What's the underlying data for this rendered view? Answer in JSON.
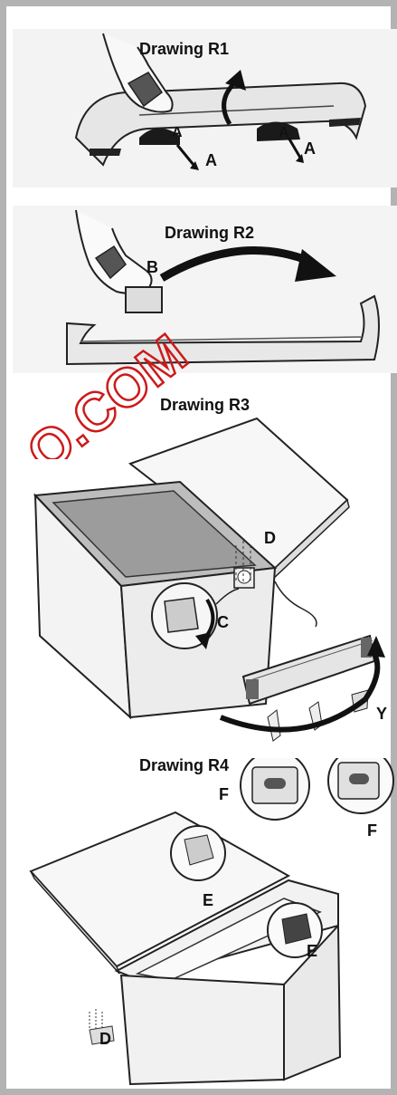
{
  "drawings": [
    {
      "title": "Drawing R1",
      "labels": [
        "A",
        "A",
        "A",
        "A"
      ]
    },
    {
      "title": "Drawing R2",
      "labels": [
        "B"
      ]
    },
    {
      "title": "Drawing R3",
      "labels": [
        "D",
        "C",
        "Y"
      ]
    },
    {
      "title": "Drawing R4",
      "labels": [
        "F",
        "F",
        "E",
        "E",
        "D"
      ]
    }
  ],
  "watermark": {
    "text": "O.COM",
    "color": "#cc1a1a"
  },
  "colors": {
    "frame": "#b3b3b3",
    "ink": "#111111",
    "panel_bg": "#f4f4f4"
  }
}
